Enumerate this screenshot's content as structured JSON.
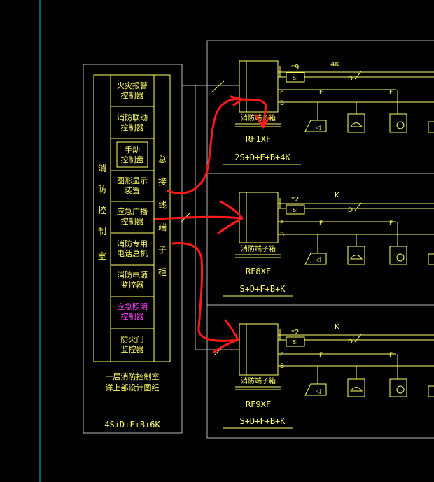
{
  "colors": {
    "background": "#000000",
    "cad_line": "#ffff66",
    "frame": "#b8b8b8",
    "cyan": "#00c8c8",
    "magenta": "#ff44ff",
    "markup_red": "#ff1a1a"
  },
  "control_room": {
    "vertical_title": [
      "消",
      "防",
      "控",
      "制",
      "室"
    ],
    "devices": [
      {
        "line1": "火灾报警",
        "line2": "控制器"
      },
      {
        "line1": "消防联动",
        "line2": "控制器"
      },
      {
        "line1": "手动",
        "line2": "控制盘"
      },
      {
        "line1": "图形显示",
        "line2": "装置"
      },
      {
        "line1": "应急广播",
        "line2": "控制器"
      },
      {
        "line1": "消防专用",
        "line2": "电话总机"
      },
      {
        "line1": "消防电源",
        "line2": "监控器"
      },
      {
        "line1": "应急照明",
        "line2": "控制器"
      },
      {
        "line1": "防火门",
        "line2": "监控器"
      }
    ],
    "terminal_cabinet_vertical": [
      "总",
      "接",
      "线",
      "端",
      "子",
      "柜"
    ],
    "note_line1": "一层消防控制室",
    "note_line2": "详上部设计图纸",
    "main_cable": "4S+D+F+B+6K"
  },
  "floors": [
    {
      "box_label": "消防端子箱",
      "box_code": "RF1XF",
      "cable": "2S+D+F+B+4K",
      "s_label": "*9",
      "k_label": "4K",
      "si": "SI",
      "d": "D",
      "f": "F",
      "b": "B",
      "speaker": "◁"
    },
    {
      "box_label": "消防端子箱",
      "box_code": "RF8XF",
      "cable": "S+D+F+B+K",
      "s_label": "*2",
      "k_label": "K",
      "si": "SI",
      "d": "D",
      "f": "F",
      "b": "B",
      "speaker": "◁"
    },
    {
      "box_label": "消防端子箱",
      "box_code": "RF9XF",
      "cable": "S+D+F+B+K",
      "s_label": "*2",
      "k_label": "K",
      "si": "SI",
      "d": "D",
      "f": "F",
      "b": "B",
      "speaker": "◁"
    }
  ]
}
